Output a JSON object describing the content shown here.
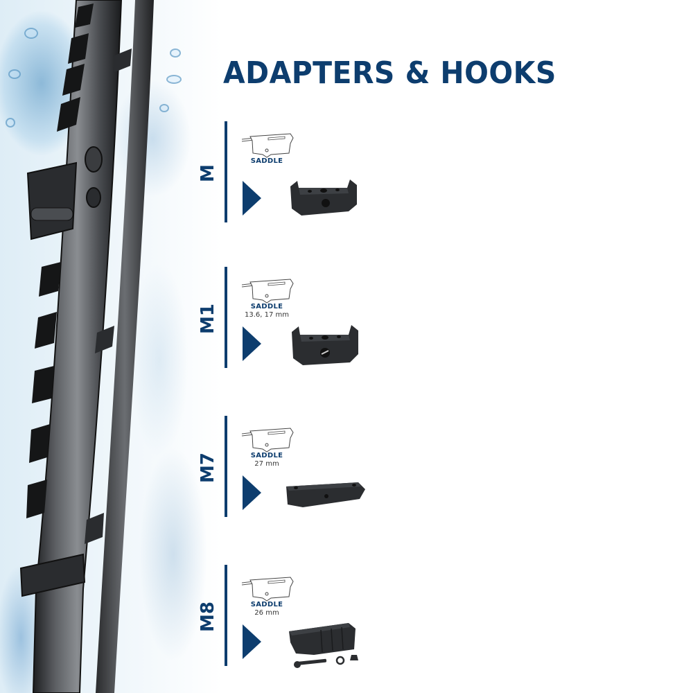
{
  "title": "ADAPTERS & HOOKS",
  "colors": {
    "brand": "#0d3d6e",
    "part": "#2b2d30"
  },
  "adapters": [
    {
      "code": "M",
      "attachment": "SADDLE",
      "size": ""
    },
    {
      "code": "M1",
      "attachment": "SADDLE",
      "size": "13.6, 17 mm"
    },
    {
      "code": "M7",
      "attachment": "SADDLE",
      "size": "27 mm"
    },
    {
      "code": "M8",
      "attachment": "SADDLE",
      "size": "26 mm"
    }
  ],
  "imagery": {
    "background": "water-splash",
    "product": "wiper-blade"
  }
}
